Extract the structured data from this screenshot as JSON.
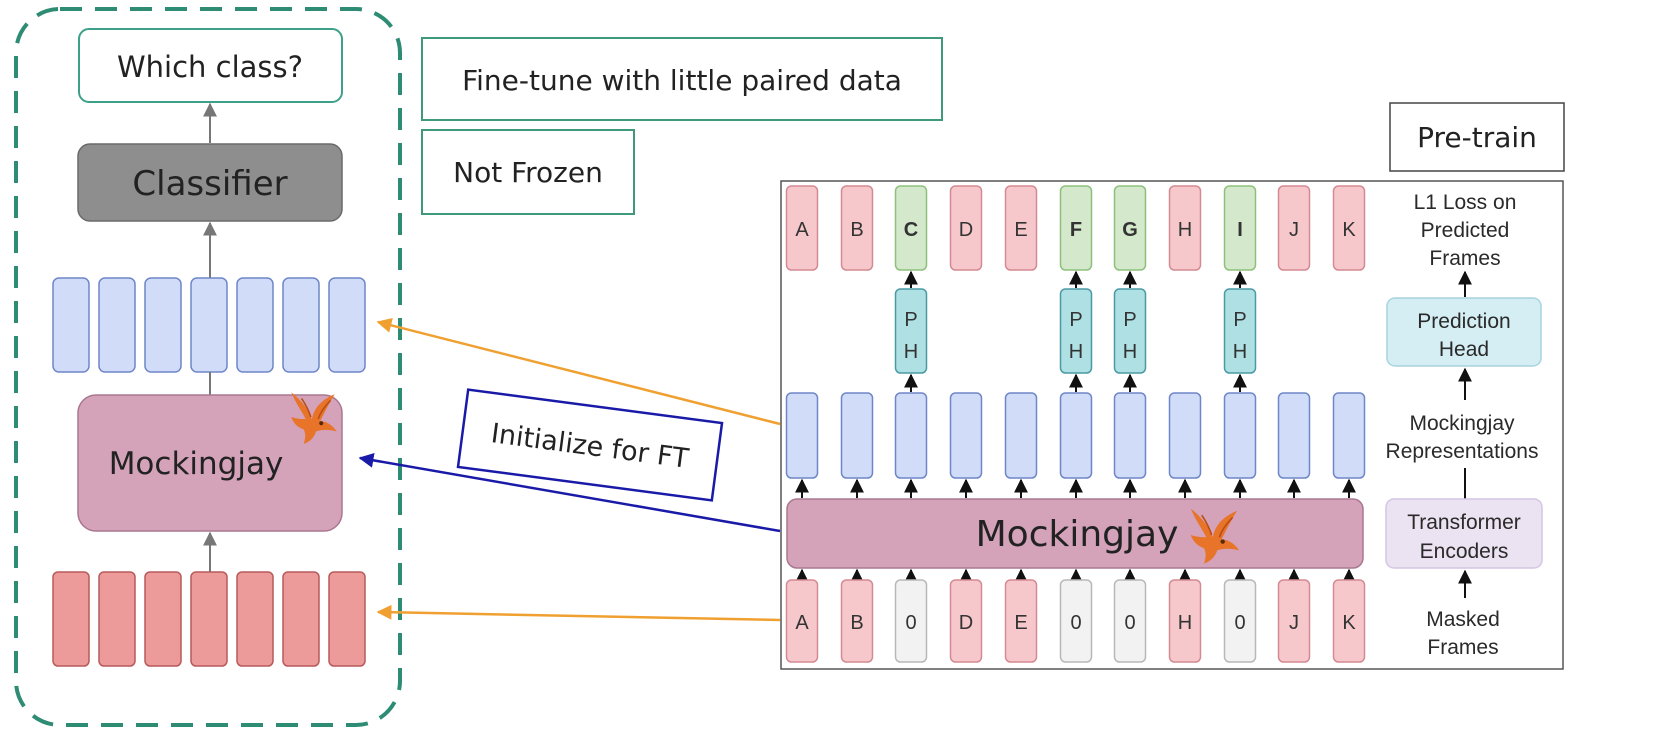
{
  "finetune_panel": {
    "question_label": "Which class?",
    "classifier_label": "Classifier",
    "model_label": "Mockingjay",
    "bird_icon": "mockingjay-bird-icon",
    "representation_count": 7,
    "input_frame_count": 7
  },
  "notes": {
    "finetune_note": "Fine-tune with little paired data",
    "frozen_note": "Not Frozen",
    "pretrain_note": "Pre-train",
    "init_note": "Initialize for FT"
  },
  "pretrain_panel": {
    "model_label": "Mockingjay",
    "output_frames": [
      {
        "label": "A",
        "predicted": false
      },
      {
        "label": "B",
        "predicted": false
      },
      {
        "label": "C",
        "predicted": true
      },
      {
        "label": "D",
        "predicted": false
      },
      {
        "label": "E",
        "predicted": false
      },
      {
        "label": "F",
        "predicted": true
      },
      {
        "label": "G",
        "predicted": true
      },
      {
        "label": "H",
        "predicted": false
      },
      {
        "label": "I",
        "predicted": true
      },
      {
        "label": "J",
        "predicted": false
      },
      {
        "label": "K",
        "predicted": false
      }
    ],
    "masked_frames": [
      "A",
      "B",
      "0",
      "D",
      "E",
      "0",
      "0",
      "H",
      "0",
      "J",
      "K"
    ],
    "prediction_head_top": "P",
    "prediction_head_bottom": "H",
    "side_labels": {
      "loss": [
        "L1 Loss on",
        "Predicted",
        "Frames"
      ],
      "prediction_head": [
        "Prediction",
        "Head"
      ],
      "representations": [
        "Mockingjay",
        "Representations"
      ],
      "encoders": [
        "Transformer",
        "Encoders"
      ],
      "masked": [
        "Masked",
        "Frames"
      ]
    }
  },
  "colors": {
    "dashed_border": "#2e8b74",
    "note_border": "#3f9a7a",
    "classifier_fill": "#8e8e8e",
    "model_fill": "#d4a3b9",
    "representation_fill": "#d0dcf8",
    "input_frame_fill": "#ec9a9a",
    "frame_fill": "#f6c8cc",
    "predicted_frame_fill": "#d4e8cc",
    "predicted_text": "#3aa02a",
    "masked_fill": "#f2f2f2",
    "ph_fill": "#aee0e4",
    "prediction_head_fill": "#d4eef4",
    "encoders_fill": "#ebe2f2",
    "orange_arrow": "#f0a030",
    "blue_arrow": "#1a1aa8"
  }
}
